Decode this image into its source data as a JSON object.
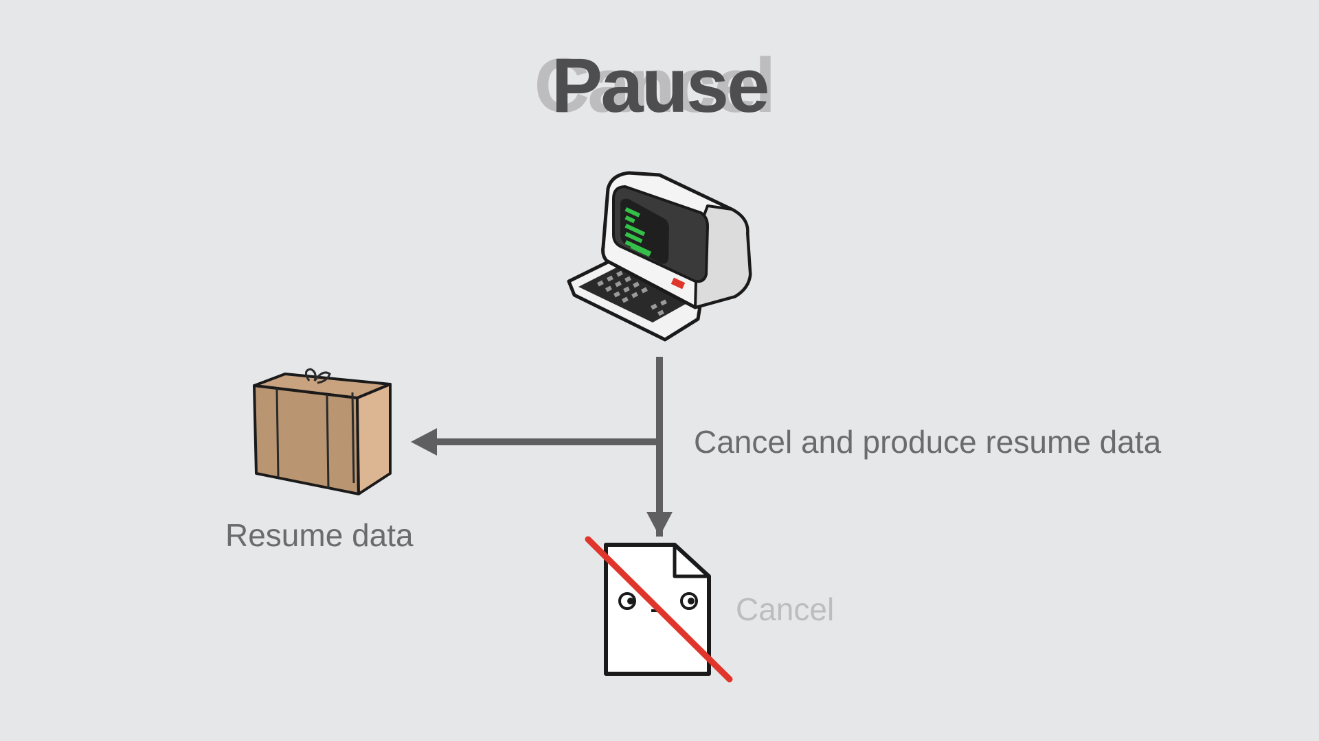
{
  "title": {
    "text": "Pause",
    "ghost_text": "Cancel"
  },
  "labels": {
    "action": "Cancel and produce resume data",
    "resume_data": "Resume data",
    "cancel": "Cancel"
  },
  "colors": {
    "background": "#e6e7e9",
    "arrow": "#5f5f62",
    "label_text": "#6b6b6e",
    "faded_text": "#bdbdc0",
    "strike": "#e0352b",
    "screen_text": "#35c04a",
    "box": "#d4b08c"
  },
  "icons": {
    "computer": "retro-computer-icon",
    "box": "package-box-icon",
    "document": "document-face-icon"
  }
}
